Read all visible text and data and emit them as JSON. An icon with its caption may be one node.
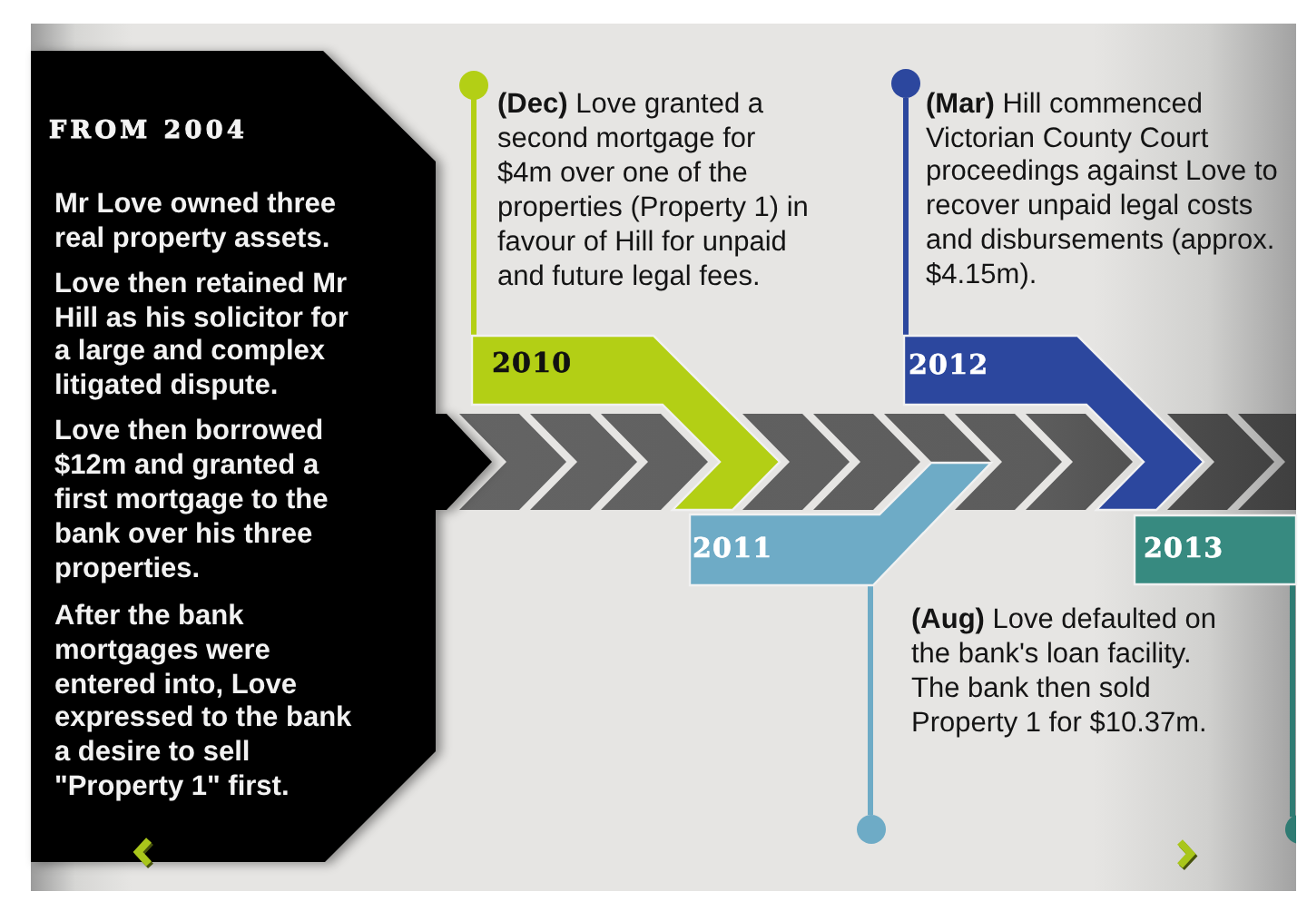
{
  "diagram": {
    "nodes": [
      {
        "text": [
          "FROM 2004",
          "Mr Love owned three real property assets.",
          "Love then retained Mr Hill as his solicitor for a large and complex litigated dispute.",
          "Love then borrowed $12m and granted a first mortgage to the bank over his three properties.",
          "After the bank mortgages were entered into, Love expressed to the bank a desire to sell \"Property 1\" first."
        ]
      },
      {
        "text": [],
        "shape": "circle",
        "beside": [
          "**(Dec)** Love granted a second mortgage for $4m over one of the properties (Property 1) in favour of Hill for unpaid and future legal fees."
        ]
      },
      {
        "text": [
          "2010"
        ]
      },
      {
        "text": [
          "2011"
        ],
        "beside": [
          "**(Aug)** Love defaulted on the bank's loan facility. The bank then sold Property 1 for $10.37m."
        ]
      },
      {
        "text": [],
        "shape": "circle"
      },
      {
        "text": [],
        "shape": "circle",
        "beside": [
          "**(Mar)** Hill commenced Victorian County Court proceedings against Love to recover unpaid legal costs and disbursements (approx. $4.15m)."
        ]
      },
      {
        "text": [
          "2012"
        ]
      },
      {
        "text": [
          "2013"
        ]
      },
      {
        "text": [],
        "shape": "circle"
      }
    ],
    "edges": [
      {
        "from": 1,
        "to": 2,
        "arrow": "none",
        "color": "#b3cf15"
      },
      {
        "from": 4,
        "to": 3,
        "arrow": "none",
        "color": "#6eabc6"
      },
      {
        "from": 5,
        "to": 6,
        "arrow": "none",
        "color": "#2c479e"
      },
      {
        "from": 8,
        "to": 7,
        "arrow": "none",
        "color": "#2f7b73"
      }
    ]
  }
}
